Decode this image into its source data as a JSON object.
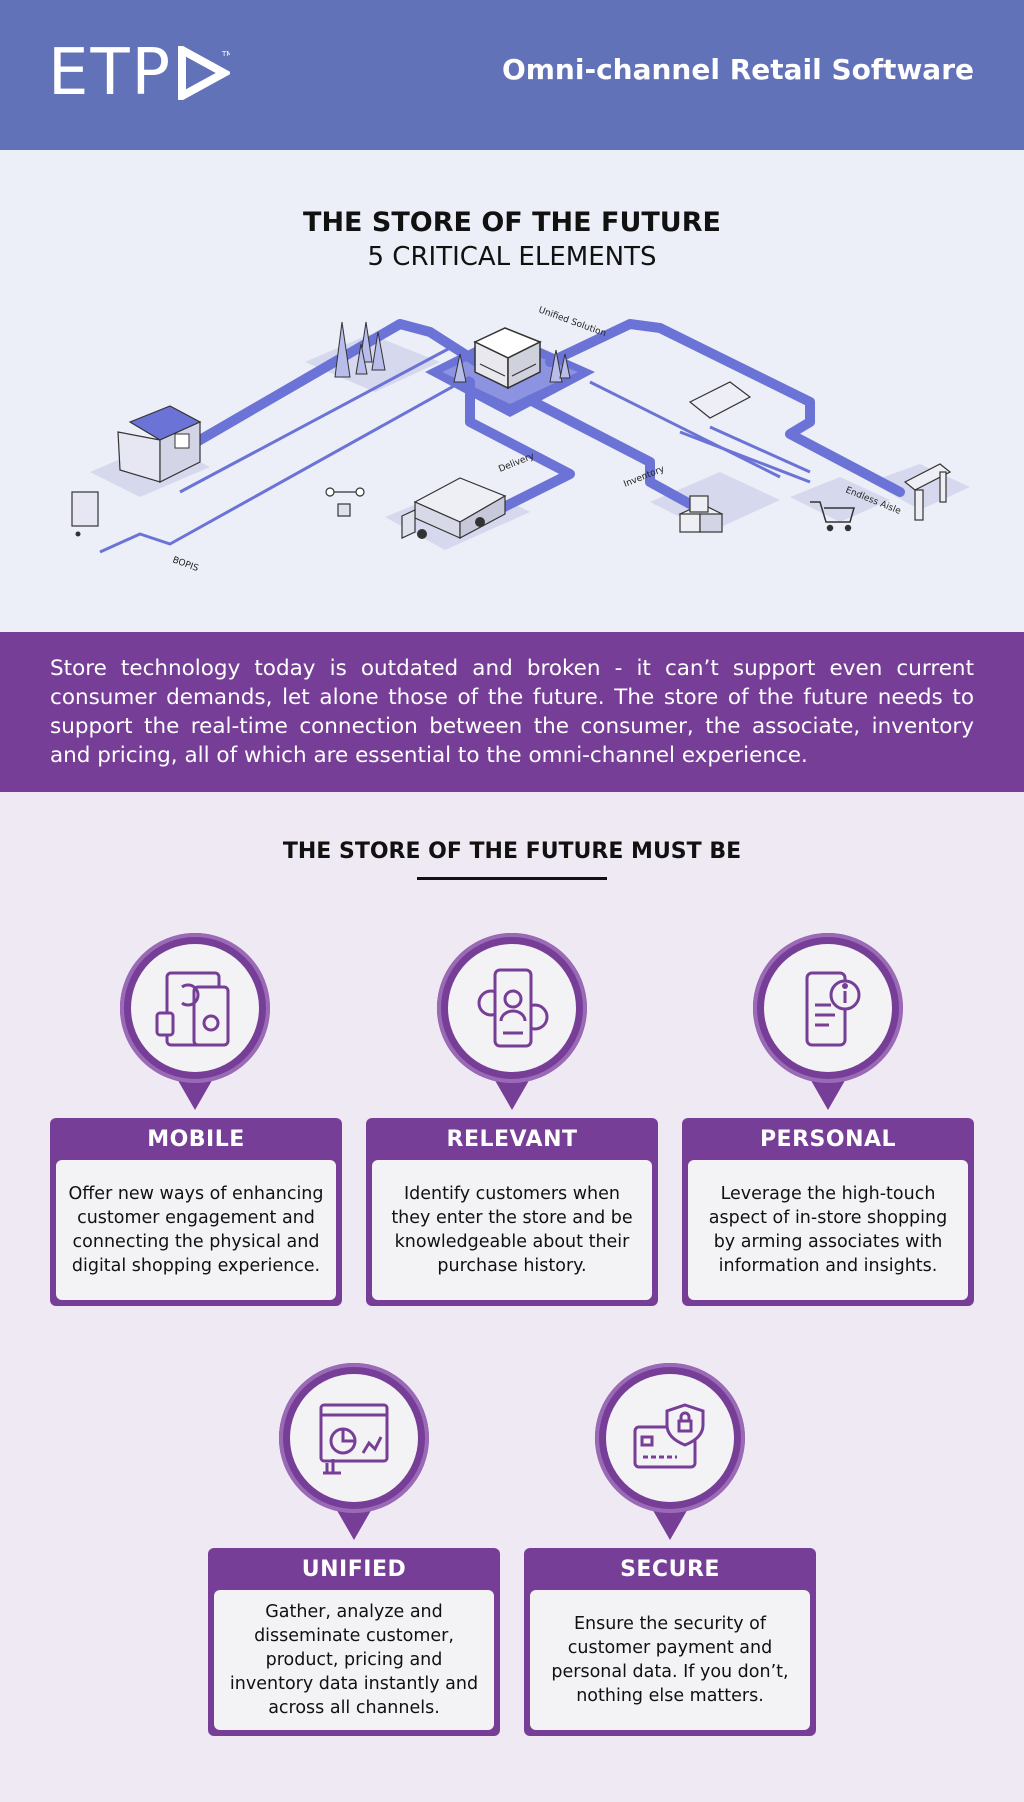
{
  "header": {
    "logo": "ETP",
    "tagline": "Omni-channel Retail Software"
  },
  "hero": {
    "title": "THE STORE OF THE FUTURE",
    "subtitle": "5 CRITICAL ELEMENTS",
    "labels": {
      "unified_solution": "Unified Solution",
      "delivery": "Delivery",
      "inventory": "Inventory",
      "endless_aisle": "Endless Aisle",
      "bopis": "BOPIS"
    }
  },
  "intro": "Store technology today is outdated and broken - it can’t support even current consumer demands, let alone those of the future. The store of the future needs to support the real-time connection between the consumer, the associate, inventory and pricing, all of which are essential to the omni-channel experience.",
  "section_title": "THE STORE OF THE FUTURE MUST BE",
  "elements": [
    {
      "title": "MOBILE",
      "icon": "mobile-devices-icon",
      "text": "Offer new ways of enhancing customer engagement and connecting the physical and digital shopping experience."
    },
    {
      "title": "RELEVANT",
      "icon": "customer-profile-icon",
      "text": "Identify customers when they enter the store and be knowledgeable about their purchase history."
    },
    {
      "title": "PERSONAL",
      "icon": "phone-info-icon",
      "text": "Leverage the high-touch aspect of in-store shopping by arming associates with information and insights."
    },
    {
      "title": "UNIFIED",
      "icon": "analytics-dashboard-icon",
      "text": "Gather, analyze and disseminate customer,  product, pricing and inventory data instantly  and across all channels."
    },
    {
      "title": "SECURE",
      "icon": "secure-card-icon",
      "text": "Ensure the security of customer payment and personal data. If you don’t, nothing else matters."
    }
  ],
  "colors": {
    "header": "#6272b8",
    "purple": "#773e98",
    "path": "#6b74d6"
  }
}
